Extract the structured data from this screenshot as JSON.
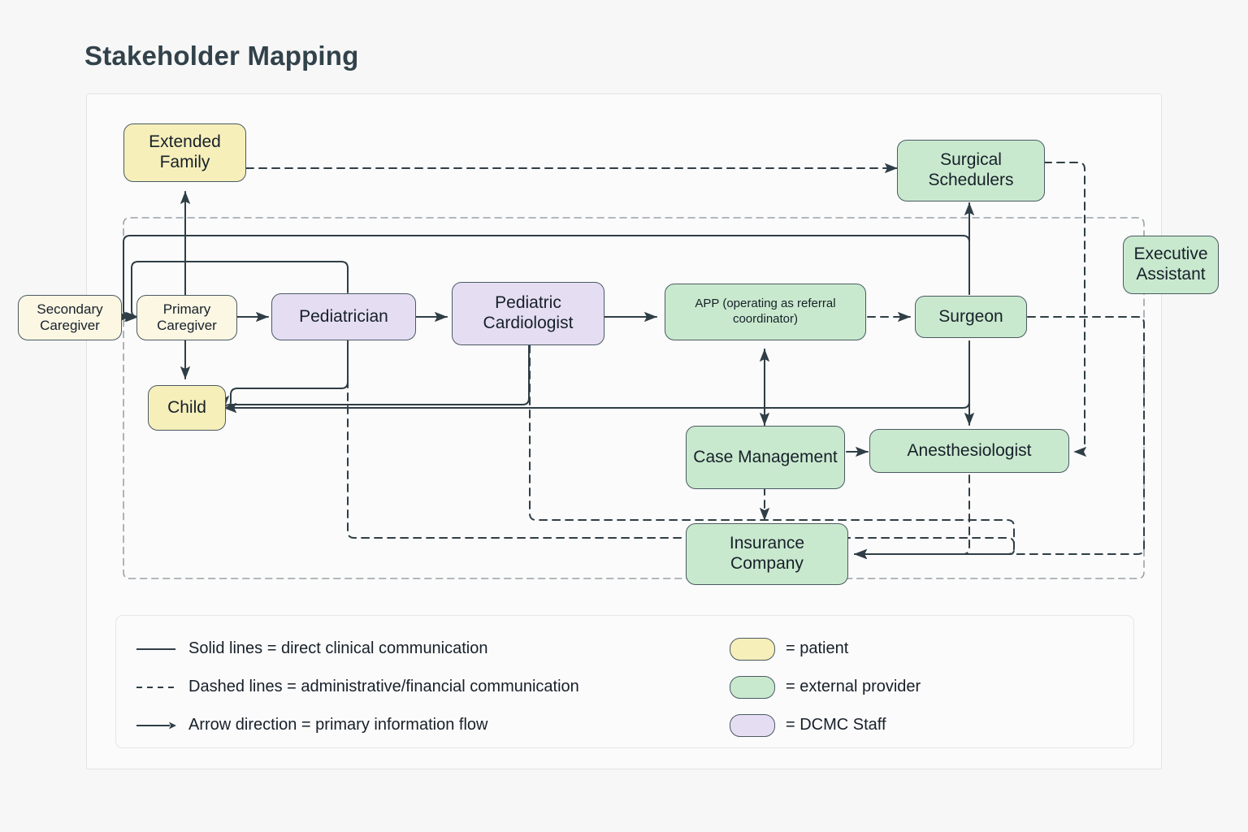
{
  "title": "Stakeholder Mapping",
  "palette": {
    "patient": "#f6efba",
    "caregiver": "#fbf7e3",
    "external_provider": "#c9e9ce",
    "dcmc_staff": "#e5def3",
    "stroke": "#4a5a63",
    "edge": "#2f3e46",
    "title_color": "#32424a",
    "page_background": "#f7f7f7",
    "panel_background": "#fbfbfb"
  },
  "nodes": [
    {
      "id": "extended_family",
      "label": "Extended Family",
      "category": "patient"
    },
    {
      "id": "secondary_caregiver",
      "label": "Secondary Caregiver",
      "category": "caregiver"
    },
    {
      "id": "primary_caregiver",
      "label": "Primary Caregiver",
      "category": "caregiver"
    },
    {
      "id": "child",
      "label": "Child",
      "category": "patient"
    },
    {
      "id": "pediatrician",
      "label": "Pediatrician",
      "category": "dcmc_staff"
    },
    {
      "id": "pediatric_cardiologist",
      "label": "Pediatric Cardiologist",
      "category": "dcmc_staff"
    },
    {
      "id": "app",
      "label": "APP (operating as referral coordinator)",
      "category": "external_provider"
    },
    {
      "id": "surgeon",
      "label": "Surgeon",
      "category": "external_provider"
    },
    {
      "id": "surgical_schedulers",
      "label": "Surgical Schedulers",
      "category": "external_provider"
    },
    {
      "id": "anesthesiologist",
      "label": "Anesthesiologist",
      "category": "external_provider"
    },
    {
      "id": "case_management",
      "label": "Case Management",
      "category": "external_provider"
    },
    {
      "id": "insurance_company",
      "label": "Insurance Company",
      "category": "external_provider"
    },
    {
      "id": "executive_assistant",
      "label": "Executive Assistant",
      "category": "external_provider"
    }
  ],
  "legend": {
    "lines": [
      {
        "style": "solid",
        "text": "Solid lines = direct clinical communication"
      },
      {
        "style": "dashed",
        "text": "Dashed lines = administrative/financial communication"
      },
      {
        "style": "arrow",
        "text": "Arrow direction = primary information flow"
      }
    ],
    "swatches": [
      {
        "category": "patient",
        "text": "= patient"
      },
      {
        "category": "external_provider",
        "text": "= external provider"
      },
      {
        "category": "dcmc_staff",
        "text": "= DCMC Staff"
      }
    ]
  },
  "edges": [
    {
      "from": "secondary_caregiver",
      "to": "primary_caregiver",
      "style": "solid"
    },
    {
      "from": "primary_caregiver",
      "to": "extended_family",
      "style": "solid"
    },
    {
      "from": "primary_caregiver",
      "to": "child",
      "style": "solid"
    },
    {
      "from": "primary_caregiver",
      "to": "pediatrician",
      "style": "solid"
    },
    {
      "from": "pediatrician",
      "to": "pediatric_cardiologist",
      "style": "solid"
    },
    {
      "from": "pediatrician",
      "to": "primary_caregiver",
      "style": "solid"
    },
    {
      "from": "pediatrician",
      "to": "child",
      "style": "solid"
    },
    {
      "from": "pediatric_cardiologist",
      "to": "app",
      "style": "solid"
    },
    {
      "from": "pediatric_cardiologist",
      "to": "child",
      "style": "solid"
    },
    {
      "from": "pediatric_cardiologist",
      "to": "insurance_company",
      "style": "dashed"
    },
    {
      "from": "pediatrician",
      "to": "insurance_company",
      "style": "dashed"
    },
    {
      "from": "app",
      "to": "surgeon",
      "style": "dashed"
    },
    {
      "from": "case_management",
      "to": "app",
      "style": "solid"
    },
    {
      "from": "surgeon",
      "to": "surgical_schedulers",
      "style": "solid"
    },
    {
      "from": "surgeon",
      "to": "anesthesiologist",
      "style": "solid"
    },
    {
      "from": "surgeon",
      "to": "primary_caregiver",
      "style": "solid"
    },
    {
      "from": "surgeon",
      "to": "child",
      "style": "solid"
    },
    {
      "from": "surgeon",
      "to": "case_management",
      "style": "solid"
    },
    {
      "from": "case_management",
      "to": "anesthesiologist",
      "style": "solid"
    },
    {
      "from": "case_management",
      "to": "insurance_company",
      "style": "dashed"
    },
    {
      "from": "anesthesiologist",
      "to": "insurance_company",
      "style": "dashed"
    },
    {
      "from": "extended_family",
      "to": "surgical_schedulers",
      "style": "dashed"
    },
    {
      "from": "surgical_schedulers",
      "to": "anesthesiologist",
      "style": "dashed"
    },
    {
      "from": "surgeon",
      "to": "insurance_company",
      "style": "dashed"
    }
  ]
}
